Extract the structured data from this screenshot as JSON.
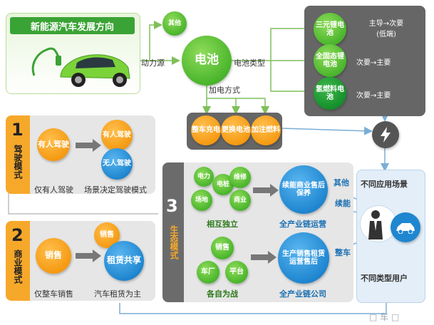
{
  "title": "新能源汽车发展方向",
  "power_source_label": "动力源",
  "other": "其他",
  "battery": "电池",
  "battery_type_label": "电池类型",
  "charge_method_label": "加电方式",
  "battery_types": [
    {
      "name": "三元锂电池",
      "role": "主导→次要",
      "note": "(低端)"
    },
    {
      "name": "全固态锂电池",
      "role": "次要→主要"
    },
    {
      "name": "氢燃料电池",
      "role": "次要→主要"
    }
  ],
  "charge_methods": [
    "整车充电",
    "更换电池",
    "加注燃料"
  ],
  "section1": {
    "num": "1",
    "name": "驾驶模式",
    "left_circle": "有人驾驶",
    "right_top": "有人驾驶",
    "right_bottom": "无人驾驶",
    "left_caption": "仅有人驾驶",
    "right_caption": "场景决定驾驶模式"
  },
  "section2": {
    "num": "2",
    "name": "商业模式",
    "left_circle": "销售",
    "right_top": "销售",
    "right_main": "租赁共享",
    "left_caption": "仅整车销售",
    "right_caption": "汽车租赁为主"
  },
  "section3": {
    "num": "3",
    "name": "生态模式",
    "top_circles": [
      "电力",
      "电桩",
      "维修",
      "场地",
      "商业"
    ],
    "top_blue": "续能商业售后保养",
    "top_green_caption": "相互独立",
    "top_blue_caption": "全产业链运营",
    "bottom_circles": [
      "销售",
      "车厂",
      "平台"
    ],
    "bottom_blue": "生产销售租赁运营售后",
    "bottom_green_caption": "各自为战",
    "bottom_blue_caption": "全产业链公司"
  },
  "flow_labels": {
    "other": "其他",
    "energy": "续能",
    "vehicle": "整车"
  },
  "scene_label": "不同应用场景",
  "user_label": "不同类型用户",
  "watermark": "□ 车 □"
}
